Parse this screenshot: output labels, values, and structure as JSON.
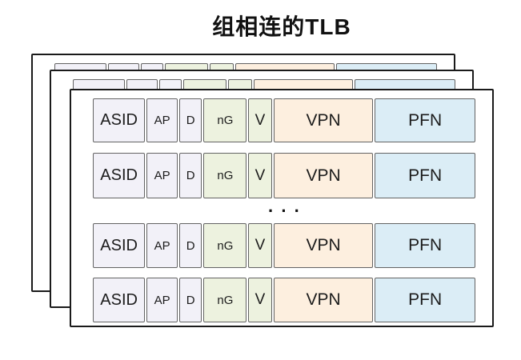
{
  "title": "组相连的TLB",
  "diagram": {
    "stack_count": 3,
    "rows_before_dots": 2,
    "rows_after_dots": 2,
    "dots": "···",
    "columns": [
      {
        "id": "asid",
        "label": "ASID",
        "width": 67,
        "bg": "#f2f1f8",
        "font_size": 20
      },
      {
        "id": "ap",
        "label": "AP",
        "width": 39,
        "bg": "#f2f1f8",
        "font_size": 15
      },
      {
        "id": "d",
        "label": "D",
        "width": 28,
        "bg": "#f2f1f8",
        "font_size": 15
      },
      {
        "id": "ng",
        "label": "nG",
        "width": 55,
        "bg": "#edf2df",
        "font_size": 15
      },
      {
        "id": "v",
        "label": "V",
        "width": 29,
        "bg": "#edf2df",
        "font_size": 19
      },
      {
        "id": "vpn",
        "label": "VPN",
        "width": 130,
        "bg": "#fdefdf",
        "font_size": 21
      },
      {
        "id": "pfn",
        "label": "PFN",
        "width": 131,
        "bg": "#dbedf6",
        "font_size": 21
      }
    ],
    "colors": {
      "panel_border": "#1a1a1a",
      "cell_border": "#636363",
      "text": "#1c1c1c",
      "panel_bg": "#ffffff"
    }
  }
}
